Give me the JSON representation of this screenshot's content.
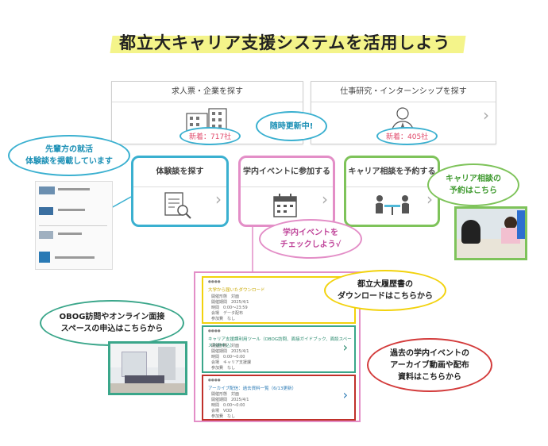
{
  "title": "都立大キャリア支援システムを活用しよう",
  "colors": {
    "title_highlight": "#f4f48a",
    "blue": "#3ab0d0",
    "pink": "#e38ec7",
    "green": "#7ec35a",
    "yellow": "#f2d20d",
    "red": "#d33b3b",
    "cyan_text": "#1a8fb5",
    "pink_text": "#c0459a",
    "green_text": "#3f9a2f"
  },
  "cards": {
    "jobs": {
      "label": "求人票・企業を探す",
      "count": "新着：717社",
      "icon": "company-buildings-icon"
    },
    "research": {
      "label": "仕事研究・インターンシップを探す",
      "count": "新着：405社",
      "icon": "office-worker-icon"
    }
  },
  "bubbles": {
    "updated": "随時更新中!",
    "senior_line1": "先輩方の就活",
    "senior_line2": "体験談を掲載しています",
    "event_check_line1": "学内イベントを",
    "event_check_line2": "チェックしよう√",
    "counsel_line1": "キャリア相談の",
    "counsel_line2": "予約はこちら",
    "resume_line1": "都立大履歴書の",
    "resume_line2": "ダウンロードはこちらから",
    "obog_line1": "OBOG訪問やオンライン面接",
    "obog_line2": "スペースの申込はこちらから",
    "past_line1": "過去の学内イベントの",
    "past_line2": "アーカイブ動画や配布",
    "past_line3": "資料はこちらから"
  },
  "features": {
    "experience": {
      "label": "体験談を探す",
      "icon": "document-search-icon"
    },
    "events": {
      "label": "学内イベントに参加する",
      "icon": "calendar-icon"
    },
    "counseling": {
      "label": "キャリア相談を予約する",
      "icon": "consultation-table-icon"
    }
  },
  "events": [
    {
      "title": "大学から届いたダウンロード",
      "lines": [
        "開催形態　対面",
        "開催期間　2025/4/1",
        "時間　0:00～23:59",
        "会場　データ配布",
        "参加費　なし"
      ]
    },
    {
      "title": "キャリア支援課利用ツール（OBOG訪問、面接ガイドブック、面談スペース利用申込）",
      "lines": [
        "開催形態　対面",
        "開催期間　2025/4/1",
        "時間　0:00～0:00",
        "会場　キャリア支援課",
        "参加費　なし"
      ]
    },
    {
      "title": "アーカイブ配信：過去資料一覧（6/13更新）",
      "lines": [
        "開催形態　対面",
        "開催期間　2025/4/1",
        "時間　0:00～0:00",
        "会場　VOD",
        "参加費　なし"
      ]
    }
  ]
}
